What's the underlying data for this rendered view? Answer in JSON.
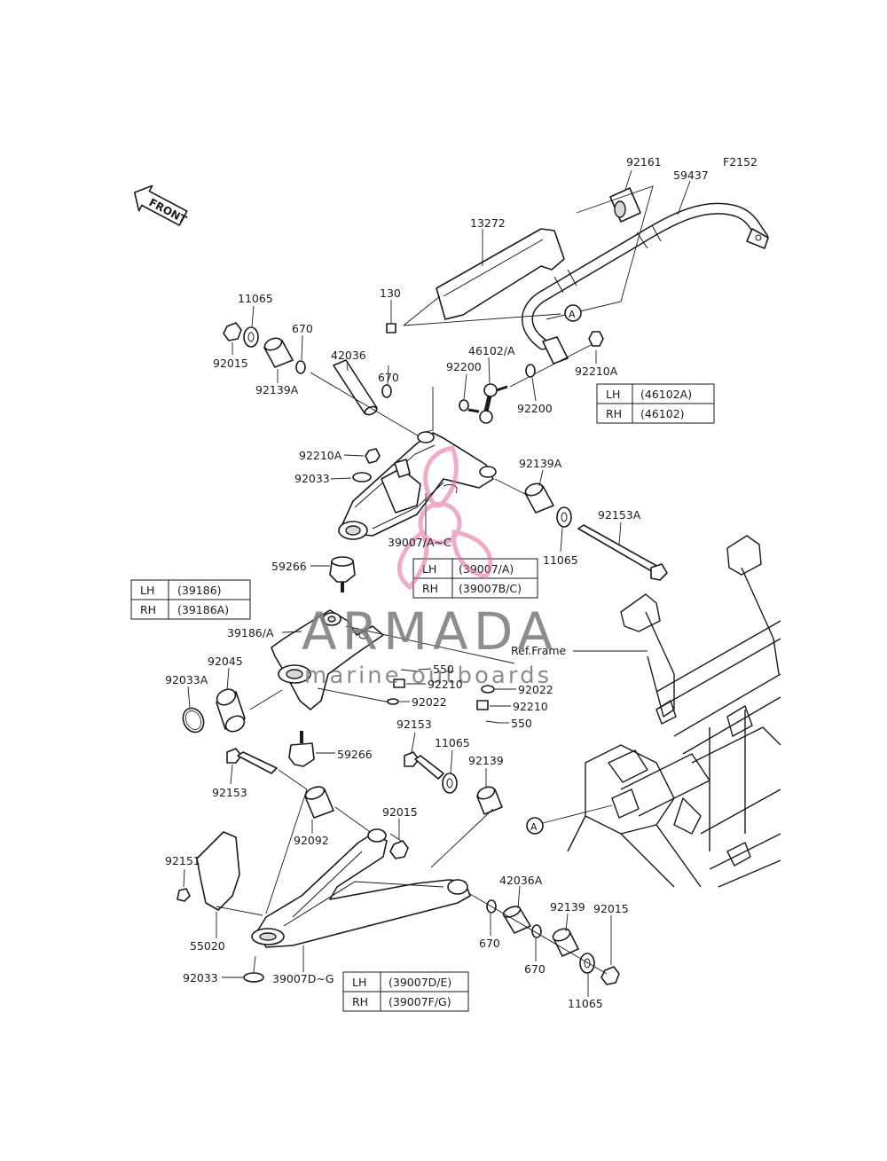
{
  "figure_code": "F2152",
  "front_label": "FRONT",
  "ref_frame_label": "Ref.Frame",
  "ref_marker": "A",
  "watermark": {
    "title": "ARMADA",
    "subtitle": "marine outboards"
  },
  "parts": {
    "p92161": "92161",
    "p59437": "59437",
    "p13272": "13272",
    "p130": "130",
    "p46102": "46102/A",
    "p92210A_top": "92210A",
    "p11065_a": "11065",
    "p92015_a": "92015",
    "p670_a": "670",
    "p92139A_a": "92139A",
    "p42036": "42036",
    "p670_b": "670",
    "p92200_a": "92200",
    "p92200_b": "92200",
    "p92210A_mid": "92210A",
    "p92033_a": "92033",
    "p92139A_b": "92139A",
    "p39007AC": "39007/A~C",
    "p11065_b": "11065",
    "p92153A": "92153A",
    "p59266_a": "59266",
    "p39186": "39186/A",
    "p92045": "92045",
    "p92033A": "92033A",
    "p550_a": "550",
    "p92210_a": "92210",
    "p92022_a": "92022",
    "p92022_b": "92022",
    "p92210_b": "92210",
    "p550_b": "550",
    "p92153_a": "92153",
    "p11065_c": "11065",
    "p92139_a": "92139",
    "p59266_b": "59266",
    "p92153_b": "92153",
    "p92092": "92092",
    "p92015_b": "92015",
    "p92151": "92151",
    "p55020": "55020",
    "p42036A": "42036A",
    "p92139_b": "92139",
    "p92015_c": "92015",
    "p670_c": "670",
    "p670_d": "670",
    "p11065_d": "11065",
    "p92033_b": "92033",
    "p39007DG": "39007D~G"
  },
  "tables": {
    "t46102": {
      "lh": "LH",
      "lh_val": "(46102A)",
      "rh": "RH",
      "rh_val": "(46102)"
    },
    "t39007AC": {
      "lh": "LH",
      "lh_val": "(39007/A)",
      "rh": "RH",
      "rh_val": "(39007B/C)"
    },
    "t39186": {
      "lh": "LH",
      "lh_val": "(39186)",
      "rh": "RH",
      "rh_val": "(39186A)"
    },
    "t39007DG": {
      "lh": "LH",
      "lh_val": "(39007D/E)",
      "rh": "RH",
      "rh_val": "(39007F/G)"
    }
  }
}
